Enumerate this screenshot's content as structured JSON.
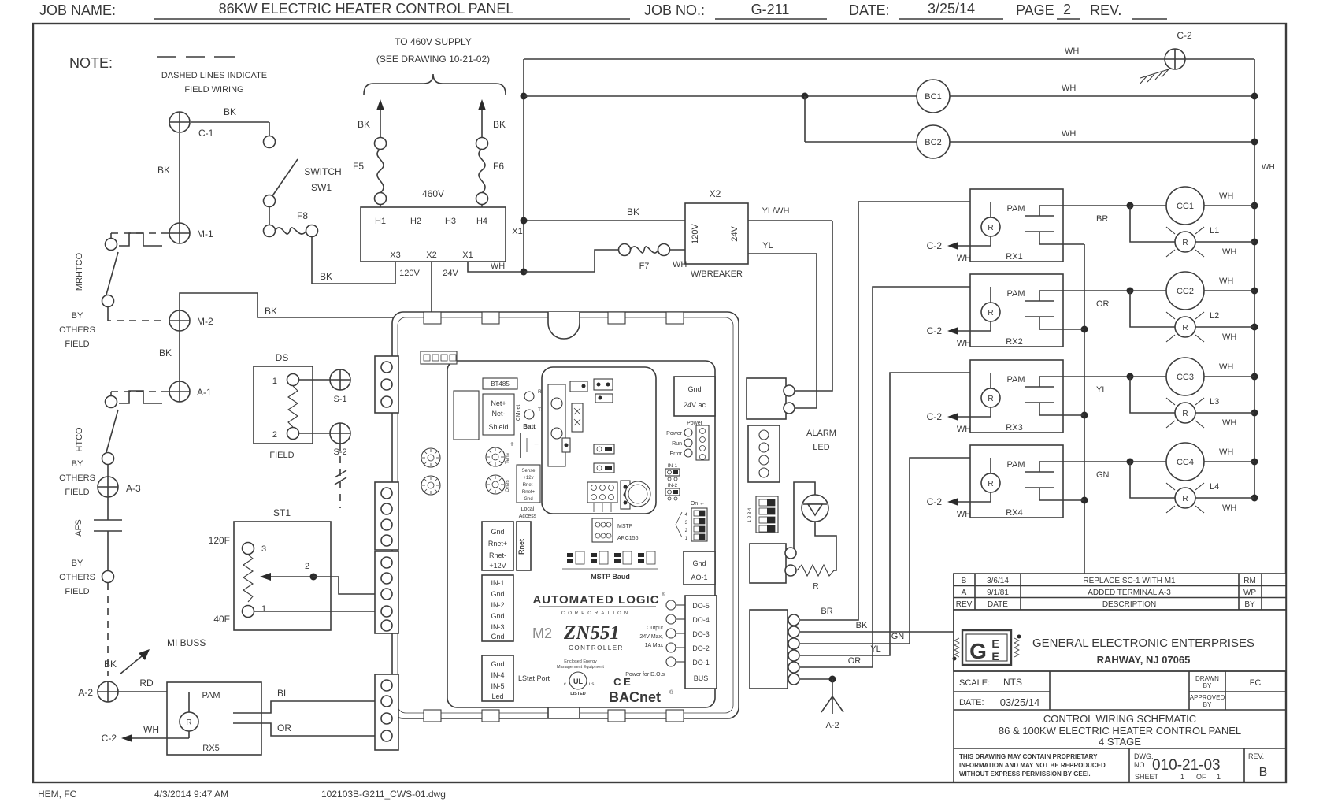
{
  "header": {
    "job_name_label": "JOB NAME:",
    "job_name": "86KW ELECTRIC HEATER CONTROL PANEL",
    "job_no_label": "JOB NO.:",
    "job_no": "G-211",
    "date_label": "DATE:",
    "date": "3/25/14",
    "page_label": "PAGE",
    "page": "2",
    "rev_label": "REV."
  },
  "footer": {
    "author": "HEM, FC",
    "printed": "4/3/2014 9:47 AM",
    "file": "102103B-G211_CWS-01.dwg"
  },
  "note": {
    "title": "NOTE:",
    "line1": "DASHED LINES INDICATE",
    "line2": "FIELD WIRING"
  },
  "wires": {
    "bk": "BK",
    "wh": "WH",
    "yl": "YL",
    "or": "OR",
    "gn": "GN",
    "br": "BR",
    "rd": "RD",
    "bl": "BL",
    "ylwh": "YL/WH"
  },
  "terminals": {
    "c1": "C-1",
    "c2": "C-2",
    "m1": "M-1",
    "m2": "M-2",
    "a1": "A-1",
    "a2": "A-2",
    "a3": "A-3",
    "s1": "S-1",
    "s2": "S-2"
  },
  "supply": {
    "line1": "TO 460V SUPPLY",
    "line2": "(SEE DRAWING 10-21-02)",
    "voltage": "460V",
    "h1": "H1",
    "h2": "H2",
    "h3": "H3",
    "h4": "H4",
    "x3": "X3",
    "x2": "X2",
    "x1": "X1",
    "tap120": "120V",
    "tap24": "24V",
    "x1_wire": "X1",
    "f5": "F5",
    "f6": "F6"
  },
  "x2box": {
    "name": "X2",
    "primary": "120V",
    "secondary": "24V",
    "f7": "F7",
    "breaker": "W/BREAKER"
  },
  "sw1": {
    "switch": "SWITCH",
    "name": "SW1",
    "f8": "F8"
  },
  "field": {
    "by": "BY",
    "others": "OTHERS",
    "field": "FIELD",
    "mrhtco": "MRHTCO",
    "htco": "HTCO",
    "afs": "AFS",
    "mibuss": "MI BUSS"
  },
  "ds": {
    "name": "DS",
    "t1": "1",
    "t2": "2",
    "field": "FIELD"
  },
  "st1": {
    "name": "ST1",
    "t1": "1",
    "t2": "2",
    "t3": "3",
    "f120": "120F",
    "f40": "40F"
  },
  "relay": {
    "pam": "PAM",
    "r": "R",
    "rx1": "RX1",
    "rx2": "RX2",
    "rx3": "RX3",
    "rx4": "RX4",
    "rx5": "RX5"
  },
  "bc": {
    "bc1": "BC1",
    "bc2": "BC2"
  },
  "cc": {
    "cc1": "CC1",
    "cc2": "CC2",
    "cc3": "CC3",
    "cc4": "CC4",
    "l1": "L1",
    "l2": "L2",
    "l3": "L3",
    "l4": "L4"
  },
  "alarm": {
    "line1": "ALARM",
    "line2": "LED",
    "r": "R"
  },
  "controller": {
    "bt485": "BT485",
    "rx": "Rx",
    "tx": "Tx",
    "net1": "Net+",
    "net2": "Net-",
    "net3": "Shield",
    "cmnet": "CMnet",
    "batt": "Batt",
    "plus": "+",
    "minus": "−",
    "tens": "Tens",
    "ones": "Ones",
    "sense1": "Sense",
    "sense2": "+12v",
    "sense3": "Rnet-",
    "sense4": "Rnet+",
    "sense5": "Gnd",
    "local1": "Local",
    "local2": "Access",
    "gnd": "Gnd",
    "v24": "24V ac",
    "power": "Power",
    "run": "Run",
    "error": "Error",
    "in1": "IN-1",
    "in2": "IN-2",
    "on": "On ←",
    "d4": "4",
    "d3": "3",
    "d2": "2",
    "d1": "1",
    "dip1234": "1 2 3 4",
    "mstp": "MSTP",
    "arc": "ARC156",
    "baud": "MSTP Baud",
    "rnet": "Rnet",
    "rb1": "Gnd",
    "rb2": "Rnet+",
    "rb3": "Rnet-",
    "rb4": "+12V",
    "ib1": "IN-1",
    "ib2": "Gnd",
    "ib3": "IN-2",
    "ib4": "Gnd",
    "ib5": "IN-3",
    "ib6": "Gnd",
    "lb1": "Gnd",
    "lb2": "IN-4",
    "lb3": "IN-5",
    "lb4": "Led",
    "lstat": "LStat Port",
    "ao1": "Gnd",
    "ao2": "AO-1",
    "do5": "DO-5",
    "do4": "DO-4",
    "do3": "DO-3",
    "do2": "DO-2",
    "do1": "DO-1",
    "bus": "BUS",
    "out1": "Output",
    "out2": "24V Max,",
    "out3": "1A Max",
    "out4": "Power for D.O.s",
    "brand": "AUTOMATED LOGIC",
    "reg": "®",
    "corp": "CORPORATION",
    "m2": "M2",
    "model": "ZN551",
    "ctl": "CONTROLLER",
    "bacnet": "BACnet",
    "enc1": "Enclosed Energy",
    "enc2": "Management Equipment",
    "ul": "UL",
    "c": "c",
    "us": "us",
    "listed": "LISTED",
    "ce": "C E"
  },
  "title_block": {
    "rev_b": "B",
    "rev_b_date": "3/6/14",
    "rev_b_desc": "REPLACE SC-1 WITH M1",
    "rev_b_by": "RM",
    "rev_a": "A",
    "rev_a_date": "9/1/81",
    "rev_a_desc": "ADDED TERMINAL A-3",
    "rev_a_by": "WP",
    "rev_h": "REV",
    "date_h": "DATE",
    "desc_h": "DESCRIPTION",
    "by_h": "BY",
    "logo_g": "G",
    "logo_e1": "E",
    "logo_e2": "E",
    "company": "GENERAL ELECTRONIC ENTERPRISES",
    "address": "RAHWAY, NJ 07065",
    "scale_label": "SCALE:",
    "scale": "NTS",
    "date_label": "DATE:",
    "date": "03/25/14",
    "drawn1": "DRAWN",
    "drawn2": "BY",
    "drawn_by": "FC",
    "appr1": "APPROVED",
    "appr2": "BY",
    "title1": "CONTROL WIRING SCHEMATIC",
    "title2": "86 & 100KW ELECTRIC HEATER CONTROL PANEL",
    "title3": "4 STAGE",
    "disc1": "THIS DRAWING MAY CONTAIN PROPRIETARY",
    "disc2": "INFORMATION AND MAY NOT BE REPRODUCED",
    "disc3": "WITHOUT EXPRESS PERMISSION BY GEEI.",
    "dwg1": "DWG.",
    "dwg2": "NO.",
    "dwg_no": "010-21-03",
    "sheet": "SHEET",
    "sheet_no": "1",
    "of": "OF",
    "of_no": "1",
    "rev_label": "REV.",
    "rev": "B"
  }
}
